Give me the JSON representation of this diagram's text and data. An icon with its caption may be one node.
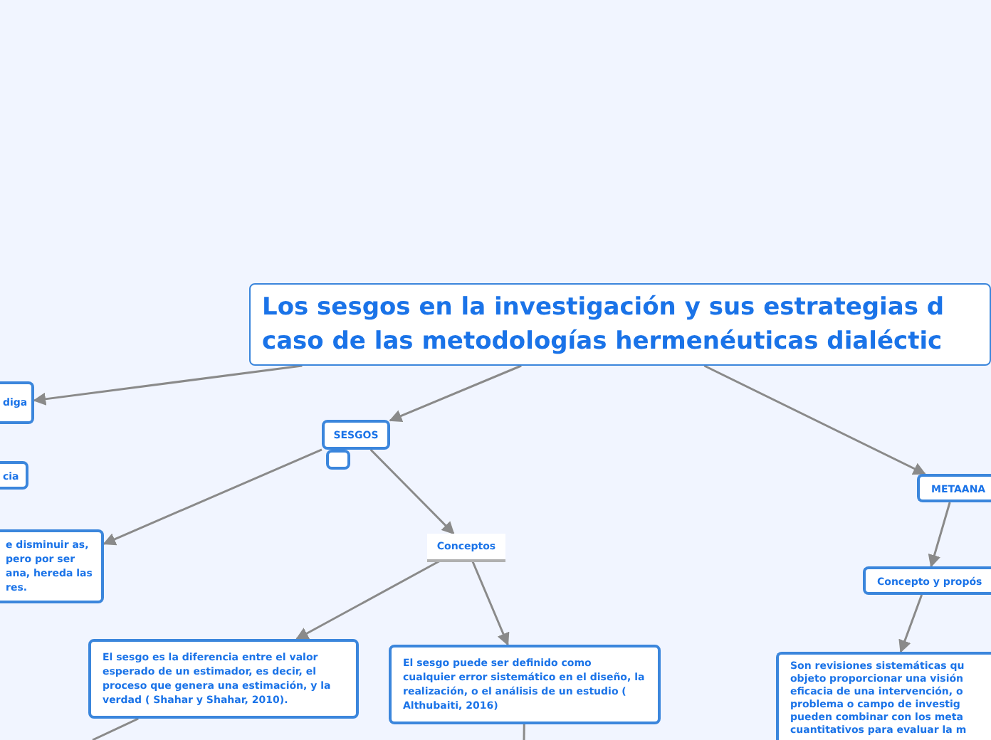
{
  "diagram": {
    "nodes": [
      {
        "text": [
          "Los sesgos en la investigación y sus estrategias d caso de las metodologías hermenéuticas dialéctic"
        ]
      },
      {
        "text": [
          "diga"
        ]
      },
      {
        "text": [
          "cia"
        ]
      },
      {
        "text": [
          "e disminuir as, pero por ser ana, hereda las res."
        ]
      },
      {
        "text": [
          "SESGOS"
        ]
      },
      {
        "text": [],
        "shape": "box"
      },
      {
        "text": [
          "Conceptos"
        ]
      },
      {
        "text": [
          "El sesgo es la diferencia entre el valor esperado de un estimador, es decir, el proceso que genera una estimación, y la verdad ( Shahar  y Shahar, 2010)."
        ]
      },
      {
        "text": [
          "El sesgo puede ser definido como cualquier error sistemático en el diseño, la realización, o el análisis de un estudio ( Althubaiti, 2016)"
        ]
      },
      {
        "text": [
          "METAANA"
        ]
      },
      {
        "text": [
          "Concepto y propós"
        ]
      },
      {
        "text": [
          "Son revisiones sistemáticas qu objeto proporcionar una visión eficacia de una intervención, o problema o campo de investig pueden combinar con los meta cuantitativos para evaluar la m"
        ]
      }
    ],
    "edges": [
      {
        "from": 0,
        "to": 1,
        "arrow": "to"
      },
      {
        "from": 0,
        "to": 4,
        "arrow": "to"
      },
      {
        "from": 0,
        "to": 9,
        "arrow": "to"
      },
      {
        "from": 4,
        "to": 3,
        "arrow": "to"
      },
      {
        "from": 4,
        "to": 6,
        "arrow": "to"
      },
      {
        "from": 6,
        "to": 7,
        "arrow": "to"
      },
      {
        "from": 6,
        "to": 8,
        "arrow": "to"
      },
      {
        "from": 7,
        "to": null,
        "arrow": "none"
      },
      {
        "from": 8,
        "to": null,
        "arrow": "none"
      },
      {
        "from": 9,
        "to": 10,
        "arrow": "to"
      },
      {
        "from": 10,
        "to": 11,
        "arrow": "to"
      }
    ]
  }
}
